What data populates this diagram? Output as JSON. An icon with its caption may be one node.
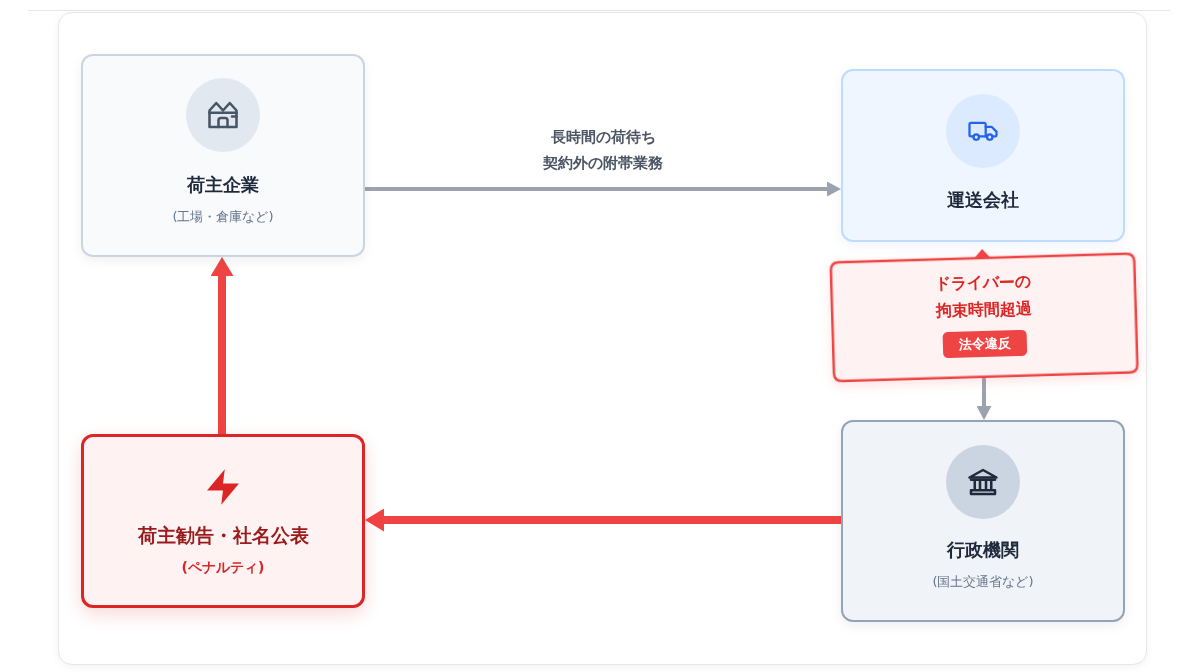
{
  "diagram": {
    "nodes": [
      {
        "text": [
          "荷主企業",
          "(工場・倉庫など)"
        ]
      },
      {
        "text": [
          "運送会社"
        ]
      },
      {
        "text": [
          "ドライバーの拘束時間超過"
        ]
      },
      {
        "text": [
          "法令違反"
        ],
        "in": 2
      },
      {
        "text": [
          "荷主勧告・社名公表",
          "(ペナルティ)"
        ]
      },
      {
        "text": [
          "行政機関",
          "(国土交通省など)"
        ]
      }
    ],
    "edges": [
      {
        "from": 0,
        "to": 1,
        "arrow": "to",
        "label": "長時間の荷待ち契約外の附帯業務"
      },
      {
        "from": 2,
        "to": 5,
        "arrow": "to"
      },
      {
        "from": 5,
        "to": 4,
        "arrow": "to",
        "style": "thick",
        "color": "#ef4444"
      },
      {
        "from": 4,
        "to": 0,
        "arrow": "to",
        "style": "thick",
        "color": "#ef4444"
      }
    ]
  }
}
